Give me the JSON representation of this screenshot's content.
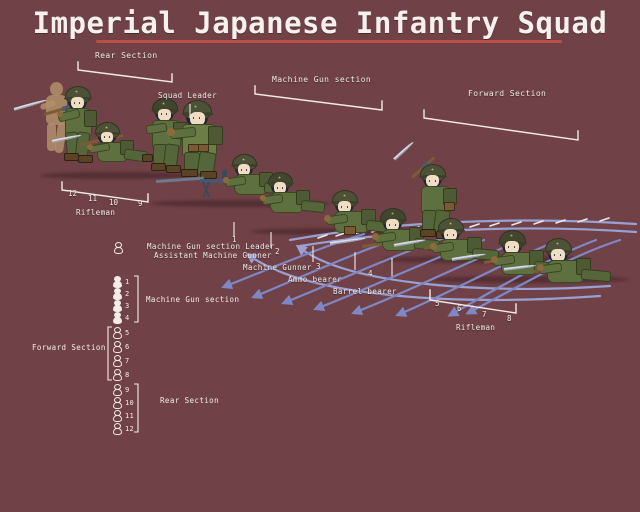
{
  "poster": {
    "title": "Imperial Japanese Infantry Squad",
    "background_color": "#704247",
    "title_rule_color": "#bb4f45",
    "text_color": "#f4ece9",
    "arrow_color": "#7f87c4"
  },
  "section_brackets": [
    {
      "id": "rear",
      "label": "Rear Section"
    },
    {
      "id": "mg",
      "label": "Machine Gun section"
    },
    {
      "id": "forward",
      "label": "Forward Section"
    }
  ],
  "callouts": [
    {
      "id": "squad-leader",
      "label": "Squad Leader",
      "number": ""
    },
    {
      "id": "mg-section-leader",
      "label": "Machine Gun section Leader",
      "number": "1"
    },
    {
      "id": "asst-machine-gunner",
      "label": "Assistant Machine Gunner",
      "number": "2"
    },
    {
      "id": "machine-gunner",
      "label": "Machine Gunner",
      "number": ""
    },
    {
      "id": "ammo-bearer",
      "label": "Ammo bearer",
      "number": "3"
    },
    {
      "id": "barrel-bearer",
      "label": "Barrel bearer",
      "number": "4"
    }
  ],
  "rifleman_groups": [
    {
      "id": "rear-riflemen",
      "label": "Rifleman",
      "numbers": [
        "12",
        "11",
        "10",
        "9"
      ]
    },
    {
      "id": "forward-riflemen",
      "label": "Rifleman",
      "numbers": [
        "5",
        "6",
        "7",
        "8"
      ]
    }
  ],
  "legend": {
    "key_icon_name": "soldier-icon",
    "groups": [
      {
        "id": "machine-gun-section",
        "label": "Machine Gun section",
        "style": "solid",
        "members": [
          "1",
          "2",
          "3",
          "4"
        ]
      },
      {
        "id": "forward-section",
        "label": "Forward Section",
        "style": "hollow",
        "members": [
          "5",
          "6",
          "7",
          "8"
        ]
      },
      {
        "id": "rear-section",
        "label": "Rear Section",
        "style": "hollow",
        "members": [
          "9",
          "10",
          "11",
          "12"
        ]
      }
    ]
  },
  "scene": {
    "soldier_count": 12,
    "notes_visible": false
  }
}
